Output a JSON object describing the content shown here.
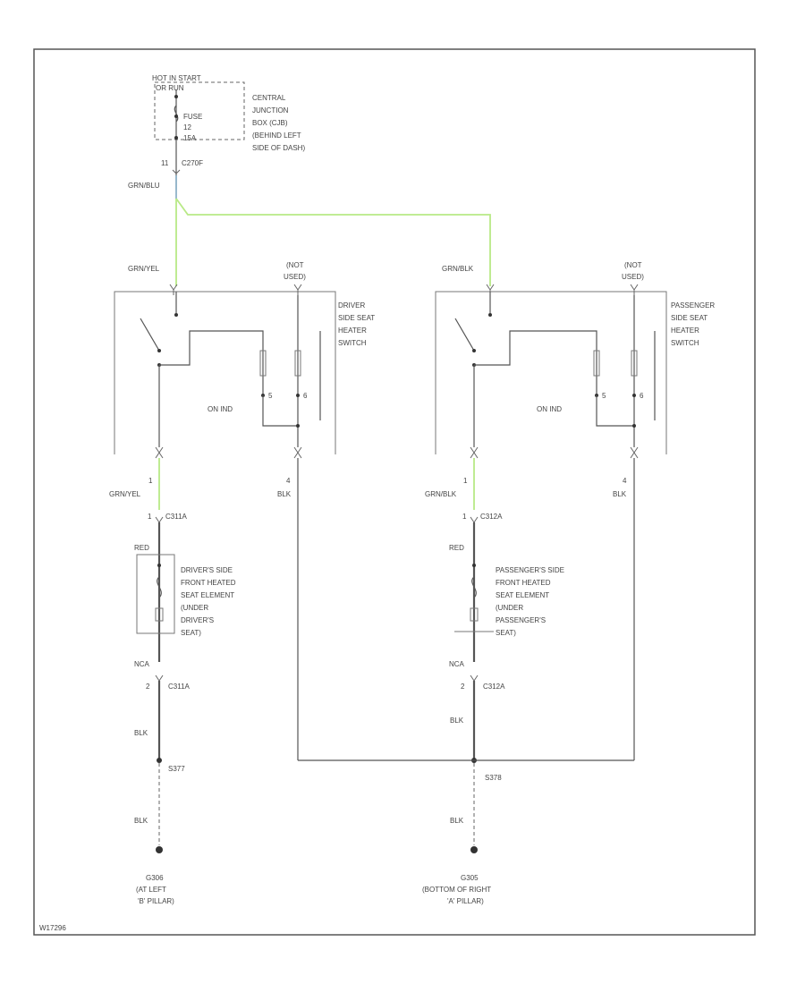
{
  "colors": {
    "wire_green": "#b8e986",
    "wire_blue": "#8fb3c9",
    "line": "#555555"
  },
  "power": {
    "hot_label_1": "HOT IN START",
    "hot_label_2": "OR RUN",
    "fuse_1": "FUSE",
    "fuse_2": "12",
    "fuse_3": "15A",
    "junction_1": "CENTRAL",
    "junction_2": "JUNCTION",
    "junction_3": "BOX (CJB)",
    "junction_4": "(BEHIND LEFT",
    "junction_5": "SIDE OF DASH)",
    "connector_pin": "11",
    "connector": "C270F",
    "wire_color": "GRN/BLU"
  },
  "driver": {
    "wire_top": "GRN/YEL",
    "hot_used_1": "(NOT",
    "hot_used_2": "USED)",
    "switch_1": "DRIVER",
    "switch_2": "SIDE SEAT",
    "switch_3": "HEATER",
    "switch_4": "SWITCH",
    "on_ind": "ON IND",
    "pin_5": "5",
    "pin_6": "6",
    "pin_1": "1",
    "pin_4": "4",
    "wire_mid": "GRN/YEL",
    "blk_right": "BLK",
    "conn_pin_1": "1",
    "conn_1": "C311A",
    "red_wire": "RED",
    "element_1": "DRIVER'S SIDE",
    "element_2": "FRONT HEATED",
    "element_3": "SEAT ELEMENT",
    "element_4": "(UNDER",
    "element_5": "DRIVER'S",
    "element_6": "SEAT)",
    "nca": "NCA",
    "conn_pin_2": "2",
    "conn_2": "C311A",
    "blk_1": "BLK",
    "splice": "S377",
    "blk_2": "BLK",
    "ground": "G306",
    "ground_loc_1": "(AT LEFT",
    "ground_loc_2": "'B' PILLAR)"
  },
  "passenger": {
    "wire_top": "GRN/BLK",
    "hot_used_1": "(NOT",
    "hot_used_2": "USED)",
    "switch_1": "PASSENGER",
    "switch_2": "SIDE SEAT",
    "switch_3": "HEATER",
    "switch_4": "SWITCH",
    "on_ind": "ON IND",
    "pin_5": "5",
    "pin_6": "6",
    "pin_1": "1",
    "pin_4": "4",
    "wire_mid": "GRN/BLK",
    "blk_right": "BLK",
    "conn_pin_1": "1",
    "conn_1": "C312A",
    "red_wire": "RED",
    "element_1": "PASSENGER'S SIDE",
    "element_2": "FRONT HEATED",
    "element_3": "SEAT ELEMENT",
    "element_4": "(UNDER",
    "element_5": "PASSENGER'S",
    "element_6": "SEAT)",
    "nca": "NCA",
    "conn_pin_2": "2",
    "conn_2": "C312A",
    "blk_1": "BLK",
    "splice": "S378",
    "blk_2": "BLK",
    "ground": "G305",
    "ground_loc_1": "(BOTTOM OF RIGHT",
    "ground_loc_2": "'A' PILLAR)"
  },
  "footer": {
    "ref": "W17296"
  }
}
